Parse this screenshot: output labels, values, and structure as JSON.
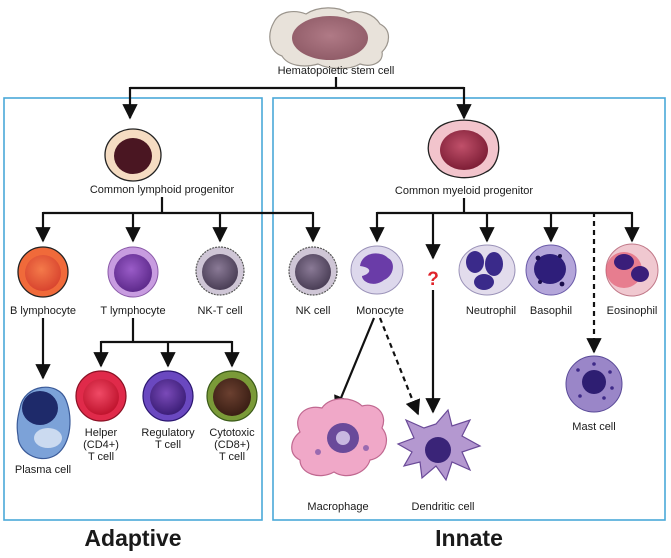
{
  "diagram": {
    "sections": {
      "adaptive": "Adaptive",
      "innate": "Innate"
    },
    "unknown_mark": "?",
    "cells": {
      "hsc": {
        "label": [
          "Hematopoietic stem cell"
        ]
      },
      "clp": {
        "label": [
          "Common lymphoid progenitor"
        ]
      },
      "cmp": {
        "label": [
          "Common myeloid progenitor"
        ]
      },
      "b_lymphocyte": {
        "label": [
          "B lymphocyte"
        ]
      },
      "t_lymphocyte": {
        "label": [
          "T lymphocyte"
        ]
      },
      "nkt_cell": {
        "label": [
          "NK-T cell"
        ]
      },
      "nk_cell": {
        "label": [
          "NK cell"
        ]
      },
      "monocyte": {
        "label": [
          "Monocyte"
        ]
      },
      "neutrophil": {
        "label": [
          "Neutrophil"
        ]
      },
      "basophil": {
        "label": [
          "Basophil"
        ]
      },
      "eosinophil": {
        "label": [
          "Eosinophil"
        ]
      },
      "plasma_cell": {
        "label": [
          "Plasma cell"
        ]
      },
      "helper_t": {
        "label": [
          "Helper",
          "(CD4+)",
          "T cell"
        ]
      },
      "regulatory_t": {
        "label": [
          "Regulatory",
          "T cell"
        ]
      },
      "cytotoxic_t": {
        "label": [
          "Cytotoxic",
          "(CD8+)",
          "T cell"
        ]
      },
      "mast_cell": {
        "label": [
          "Mast cell"
        ]
      },
      "macrophage": {
        "label": [
          "Macrophage"
        ]
      },
      "dendritic_cell": {
        "label": [
          "Dendritic cell"
        ]
      }
    },
    "colors": {
      "box_border": "#4aa8d8",
      "arrow": "#111111",
      "question": "#e0242b"
    }
  }
}
